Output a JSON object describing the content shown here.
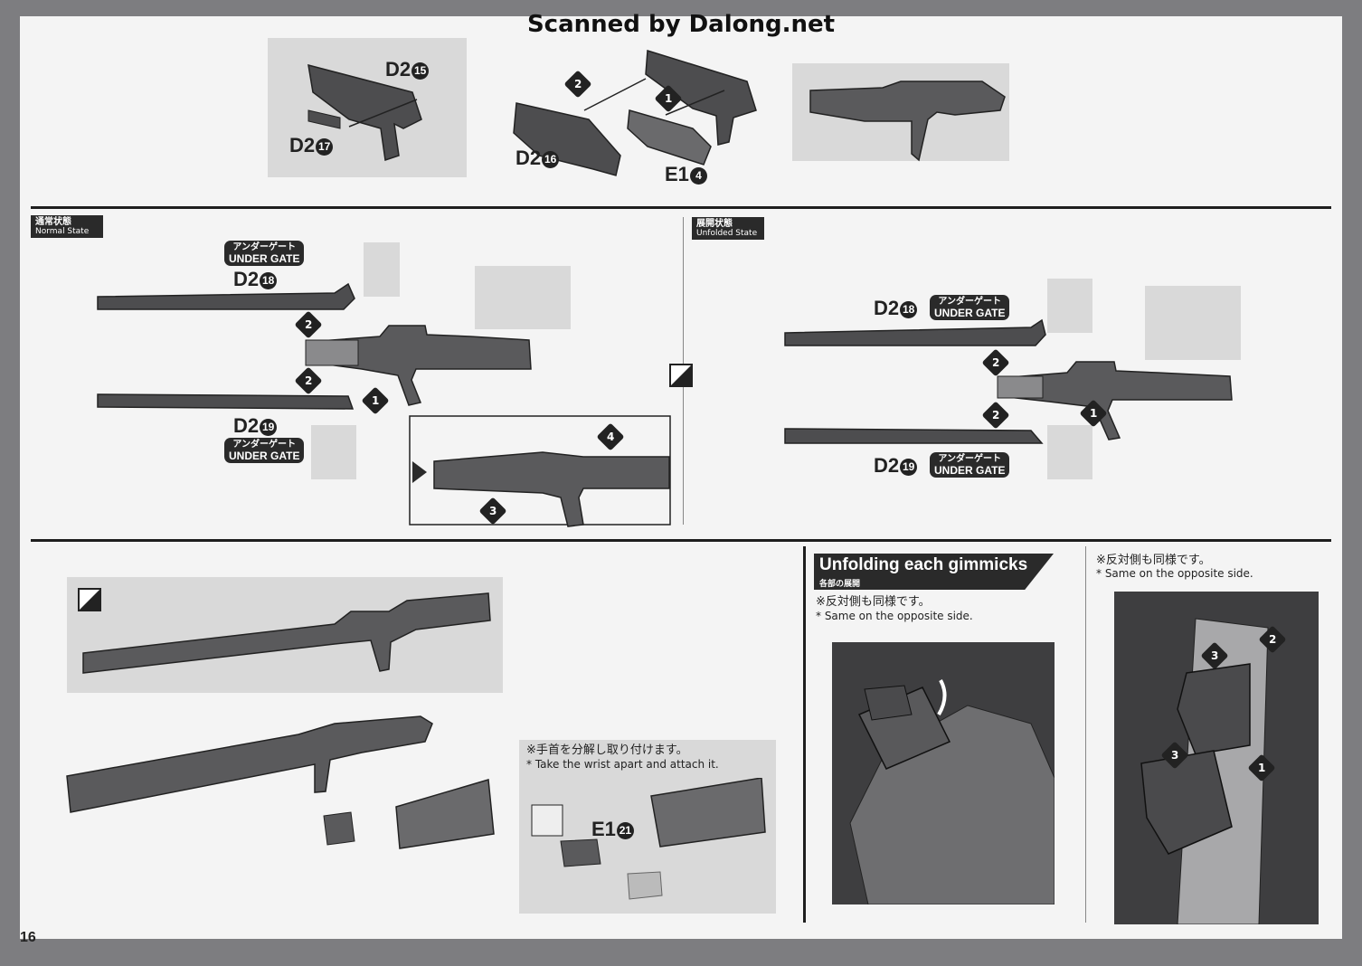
{
  "watermark": "Scanned by Dalong.net",
  "page_number": "16",
  "top_section": {
    "parts": [
      {
        "code": "D2",
        "num": "15"
      },
      {
        "code": "D2",
        "num": "17"
      },
      {
        "code": "D2",
        "num": "16"
      },
      {
        "code": "E1",
        "num": "4"
      }
    ],
    "steps": [
      "2",
      "1"
    ]
  },
  "normal_state": {
    "tag_jp": "通常状態",
    "tag_en": "Normal State",
    "under_gate_jp": "アンダーゲート",
    "under_gate_en": "UNDER GATE",
    "parts": [
      {
        "code": "D2",
        "num": "18"
      },
      {
        "code": "D2",
        "num": "19"
      }
    ],
    "steps": [
      "2",
      "2",
      "1",
      "4",
      "3"
    ]
  },
  "unfolded_state": {
    "tag_jp": "展開状態",
    "tag_en": "Unfolded State",
    "under_gate_jp": "アンダーゲート",
    "under_gate_en": "UNDER GATE",
    "parts": [
      {
        "code": "D2",
        "num": "18"
      },
      {
        "code": "D2",
        "num": "19"
      }
    ],
    "steps": [
      "2",
      "2",
      "1"
    ]
  },
  "bottom_left": {
    "note_jp": "※手首を分解し取り付けます。",
    "note_en": "* Take the wrist apart and attach it.",
    "part": {
      "code": "E1",
      "num": "21"
    }
  },
  "gimmicks": {
    "title": "Unfolding each gimmicks",
    "subtitle": "各部の展開",
    "note_jp": "※反対側も同様です。",
    "note_en": "* Same on the opposite side.",
    "right_note_jp": "※反対側も同様です。",
    "right_note_en": "* Same on the opposite side.",
    "steps": [
      "3",
      "2",
      "3",
      "1"
    ]
  }
}
